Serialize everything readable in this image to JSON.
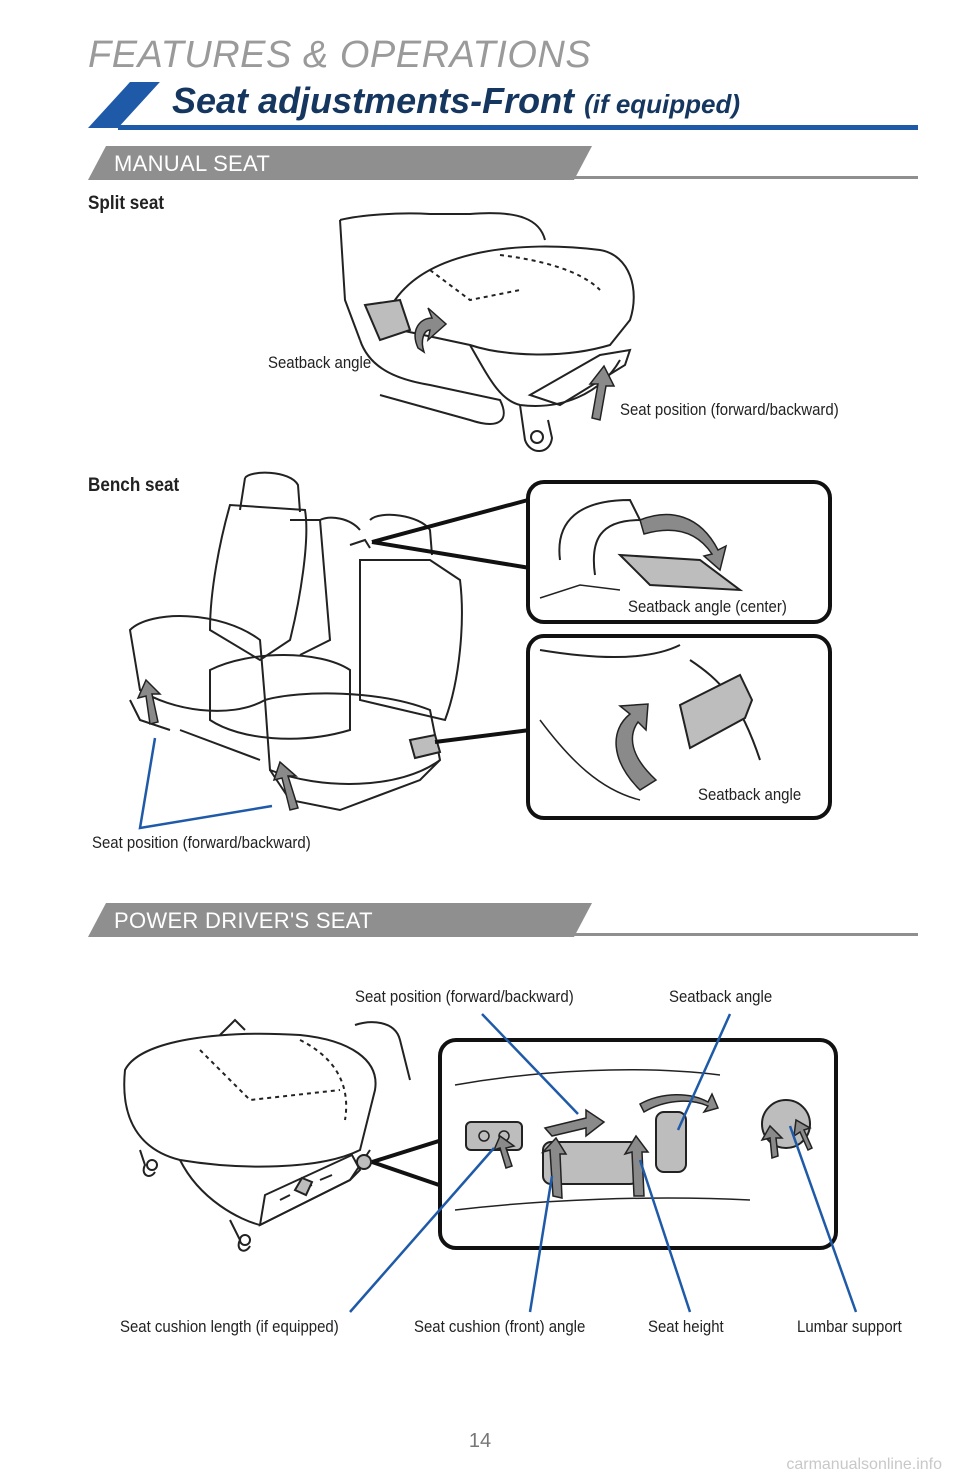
{
  "header": {
    "section": "FEATURES & OPERATIONS",
    "title": "Seat adjustments-Front",
    "title_suffix": "(if equipped)"
  },
  "manual_seat": {
    "heading": "MANUAL SEAT",
    "split_seat": {
      "label": "Split seat",
      "callouts": {
        "seatback_angle": "Seatback angle",
        "seat_position": "Seat position (forward/backward)"
      }
    },
    "bench_seat": {
      "label": "Bench seat",
      "callouts": {
        "seatback_angle_center": "Seatback angle (center)",
        "seatback_angle": "Seatback angle",
        "seat_position": "Seat position (forward/backward)"
      }
    }
  },
  "power_seat": {
    "heading": "POWER DRIVER'S SEAT",
    "callouts": {
      "seat_position": "Seat position (forward/backward)",
      "seatback_angle": "Seatback angle",
      "cushion_length": "Seat cushion length (if equipped)",
      "cushion_angle": "Seat cushion (front) angle",
      "seat_height": "Seat height",
      "lumbar": "Lumbar support"
    }
  },
  "page_number": "14",
  "watermark": "carmanualsonline.info",
  "colors": {
    "brand_blue": "#14365f",
    "accent_blue": "#1f5aa8",
    "header_gray": "#8f8f8f",
    "arrow_gray": "#8a8a8a"
  }
}
